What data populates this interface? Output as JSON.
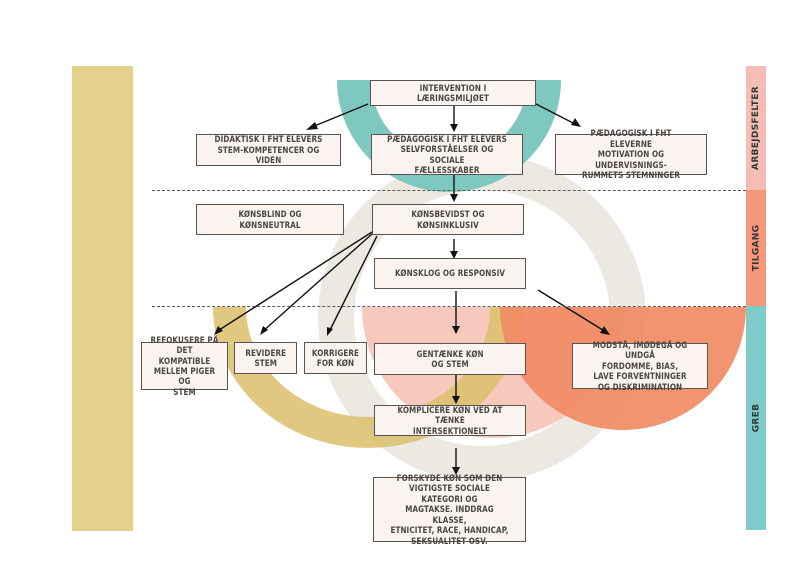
{
  "colors": {
    "teal": "#7ec8bf",
    "beige_ring": "#e8e6dc",
    "yellow_ring": "#dcc06e",
    "pink": "#f6bfb2",
    "orange": "#f08a62",
    "left_bar": "#e3d18c",
    "label_arbejdsfelter": "#f6bdb4",
    "label_tilgang": "#f5977a",
    "label_greb": "#7ecbc8"
  },
  "side_labels": [
    {
      "id": "arbejdsfelter",
      "text": "ARBEJDSFELTER"
    },
    {
      "id": "tilgang",
      "text": "TILGANG"
    },
    {
      "id": "greb",
      "text": "GREB"
    }
  ],
  "arbejdsfelter": {
    "intervention": "INTERVENTION I LÆRINGSMILJØET",
    "didaktisk": "DIDAKTISK I FHT ELEVERS\nSTEM-KOMPETENCER OG VIDEN",
    "paedagogisk_selv": "PÆDAGOGISK I FHT ELEVERS\nSELVFORSTÅELSER OG SOCIALE\nFÆLLESSKABER",
    "paedagogisk_motivation": "PÆDAGOGISK I FHT ELEVERNE\nMOTIVATION OG UNDERVISNINGS-\nRUMMETS STEMNINGER"
  },
  "tilgang": {
    "koensblind": "KØNSBLIND OG KØNSNEUTRAL",
    "koensbevidst": "KØNSBEVIDST OG KØNSINKLUSIV",
    "koensklog": "KØNSKLOG OG RESPONSIV"
  },
  "greb": {
    "refokusere": "REFOKUSERE PÅ\nDET KOMPATIBLE\nMELLEM PIGER OG\nSTEM",
    "revidere": "REVIDERE\nSTEM",
    "korrigere": "KORRIGERE\nFOR KØN",
    "gentaenke": "GENTÆNKE KØN\nOG STEM",
    "modstaa": "MODSTÅ, IMØDEGÅ OG UNDGÅ\nFORDOMME, BIAS,\nLAVE FORVENTNINGER\nOG DISKRIMINATION",
    "komplicere": "KOMPLICERE KØN VED AT TÆNKE\nINTERSEKTIONELT",
    "forskyde": "FORSKYDE KØN SOM DEN\nVIGTIGSTE SOCIALE KATEGORI OG\nMAGTAKSE. INDDRAG KLASSE,\nETNICITET, RACE, HANDICAP,\nSEKSUALITET OSV."
  }
}
